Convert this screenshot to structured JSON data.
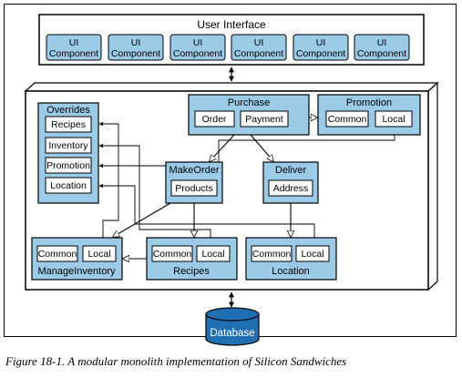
{
  "user_interface": {
    "title": "User Interface",
    "components": [
      {
        "line1": "UI",
        "line2": "Component"
      },
      {
        "line1": "UI",
        "line2": "Component"
      },
      {
        "line1": "UI",
        "line2": "Component"
      },
      {
        "line1": "UI",
        "line2": "Component"
      },
      {
        "line1": "UI",
        "line2": "Component"
      },
      {
        "line1": "UI",
        "line2": "Component"
      }
    ]
  },
  "overrides": {
    "title": "Overrides",
    "items": [
      "Recipes",
      "Inventory",
      "Promotion",
      "Location"
    ]
  },
  "purchase": {
    "title": "Purchase",
    "items": [
      "Order",
      "Payment"
    ]
  },
  "promotion": {
    "title": "Promotion",
    "items": [
      "Common",
      "Local"
    ]
  },
  "make_order": {
    "title": "MakeOrder",
    "items": [
      "Products"
    ]
  },
  "deliver": {
    "title": "Deliver",
    "items": [
      "Address"
    ]
  },
  "manage_inventory": {
    "title": "ManageInventory",
    "items": [
      "Common",
      "Local"
    ]
  },
  "recipes": {
    "title": "Recipes",
    "items": [
      "Common",
      "Local"
    ]
  },
  "location": {
    "title": "Location",
    "items": [
      "Common",
      "Local"
    ]
  },
  "database": {
    "label": "Database"
  },
  "caption": "Figure 18-1. A modular monolith implementation of Silicon Sandwiches",
  "colors": {
    "component_fill": "#9ccbe8",
    "database_fill": "#1f6fb2",
    "stroke": "#000000"
  }
}
